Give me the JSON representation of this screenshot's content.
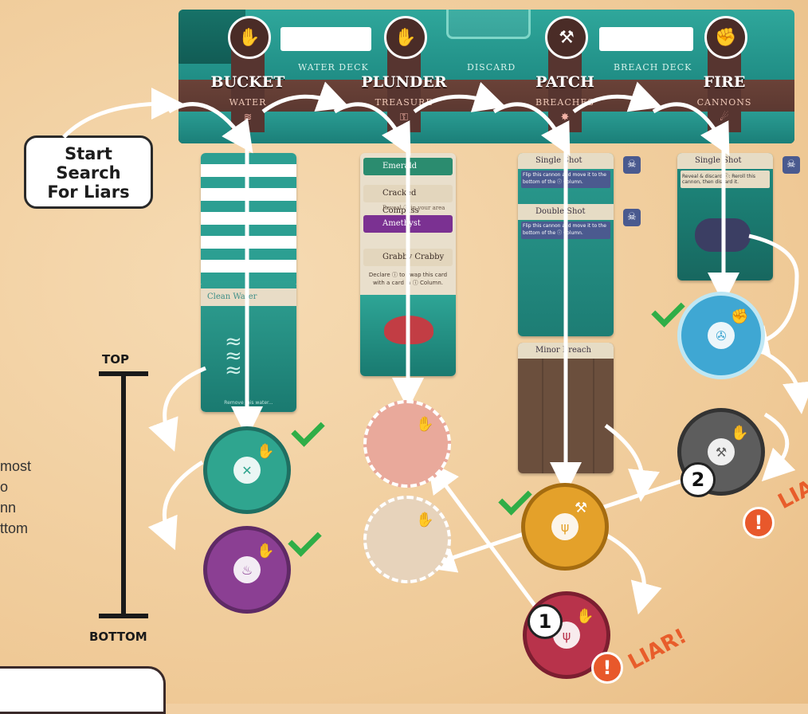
{
  "board": {
    "slots": {
      "water_deck": "WATER DECK",
      "discard": "DISCARD",
      "breach_deck": "BREACH DECK"
    },
    "actions": [
      {
        "title": "BUCKET",
        "sub": "WATER",
        "icon": "bucket-icon"
      },
      {
        "title": "PLUNDER",
        "sub": "TREASURE",
        "icon": "plunder-bag-icon"
      },
      {
        "title": "PATCH",
        "sub": "BREACHES",
        "icon": "hammer-icon"
      },
      {
        "title": "FIRE",
        "sub": "CANNONS",
        "icon": "torch-icon"
      }
    ]
  },
  "start_box": {
    "line1": "Start",
    "line2": "Search",
    "line3": "For Liars"
  },
  "water_column": {
    "card_title": "Clean Water",
    "card_footer": "Remove this water..."
  },
  "treasure_column": {
    "rows": [
      "Emerald",
      "Cracked Compass",
      "Amethyst",
      "Grabby Crabby"
    ],
    "sub_rows": [
      "Reveal ⓘ in your area"
    ],
    "footer": "Declare ⓘ to swap this card with a card in ⓘ Column."
  },
  "breach_column": {
    "cards": [
      {
        "title": "Single Shot",
        "text": "Flip this cannon and move it to the bottom of the ⓘ Column."
      },
      {
        "title": "Double Shot",
        "text": "Flip this cannon and move it to the bottom of the ⓘ Column."
      },
      {
        "title": "Minor Breach",
        "text": ""
      }
    ]
  },
  "cannon_column": {
    "cards": [
      {
        "title": "Single Shot",
        "text": "Reveal & discard ⓘ: Reroll this cannon, then discard it."
      }
    ]
  },
  "scale": {
    "top": "TOP",
    "bottom": "BOTTOM"
  },
  "side_text": [
    "most",
    "o",
    "nn",
    "ttom"
  ],
  "badges": {
    "one": "1",
    "two": "2"
  },
  "liars": {
    "liar1": "LIAR!",
    "liar2": "LIA"
  },
  "warn_glyph": "!",
  "colors": {
    "teal_token": "#2fa58f",
    "purple_token": "#8b3f93",
    "pink_token": "#e9a99b",
    "beige_token": "#e7d3bb",
    "orange_token": "#e4a12a",
    "red_token": "#b8334b",
    "blue_token": "#3fa7d3",
    "gray_token": "#5d5d5d",
    "check_green": "#2fae47",
    "liar_orange": "#e85d2b"
  }
}
